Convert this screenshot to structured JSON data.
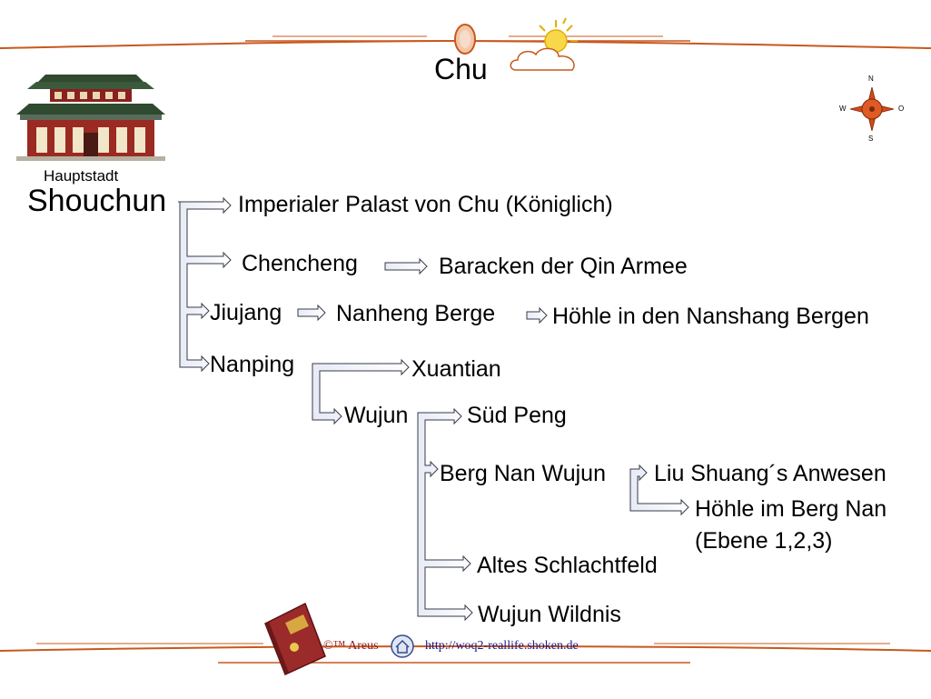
{
  "header": {
    "title": "Chu"
  },
  "capital": {
    "label": "Hauptstadt",
    "name": "Shouchun"
  },
  "compass": {
    "n": "N",
    "s": "S",
    "w": "W",
    "e": "O"
  },
  "nodes": {
    "palast": "Imperialer Palast von Chu (Königlich)",
    "chencheng": "Chencheng",
    "baracken": "Baracken der Qin Armee",
    "jiujang": "Jiujang",
    "nanheng": "Nanheng Berge",
    "hoehle_nanshang": "Höhle in den Nanshang Bergen",
    "nanping": "Nanping",
    "xuantian": "Xuantian",
    "wujun": "Wujun",
    "sued_peng": "Süd Peng",
    "berg_nan_wujun": "Berg Nan Wujun",
    "liu_shuang": "Liu Shuang´s Anwesen",
    "hoehle_berg_nan_1": "Höhle im Berg Nan",
    "hoehle_berg_nan_2": "(Ebene 1,2,3)",
    "altes_schlachtfeld": "Altes Schlachtfeld",
    "wujun_wildnis": "Wujun Wildnis"
  },
  "footer": {
    "copyright": "©™ Areus",
    "url": "http://woq2-reallife.shoken.de"
  },
  "colors": {
    "line": "#c8581e",
    "connector_fill": "#ffffff",
    "connector_stroke": "#3a3a4a",
    "compass": "#d04a1a"
  }
}
